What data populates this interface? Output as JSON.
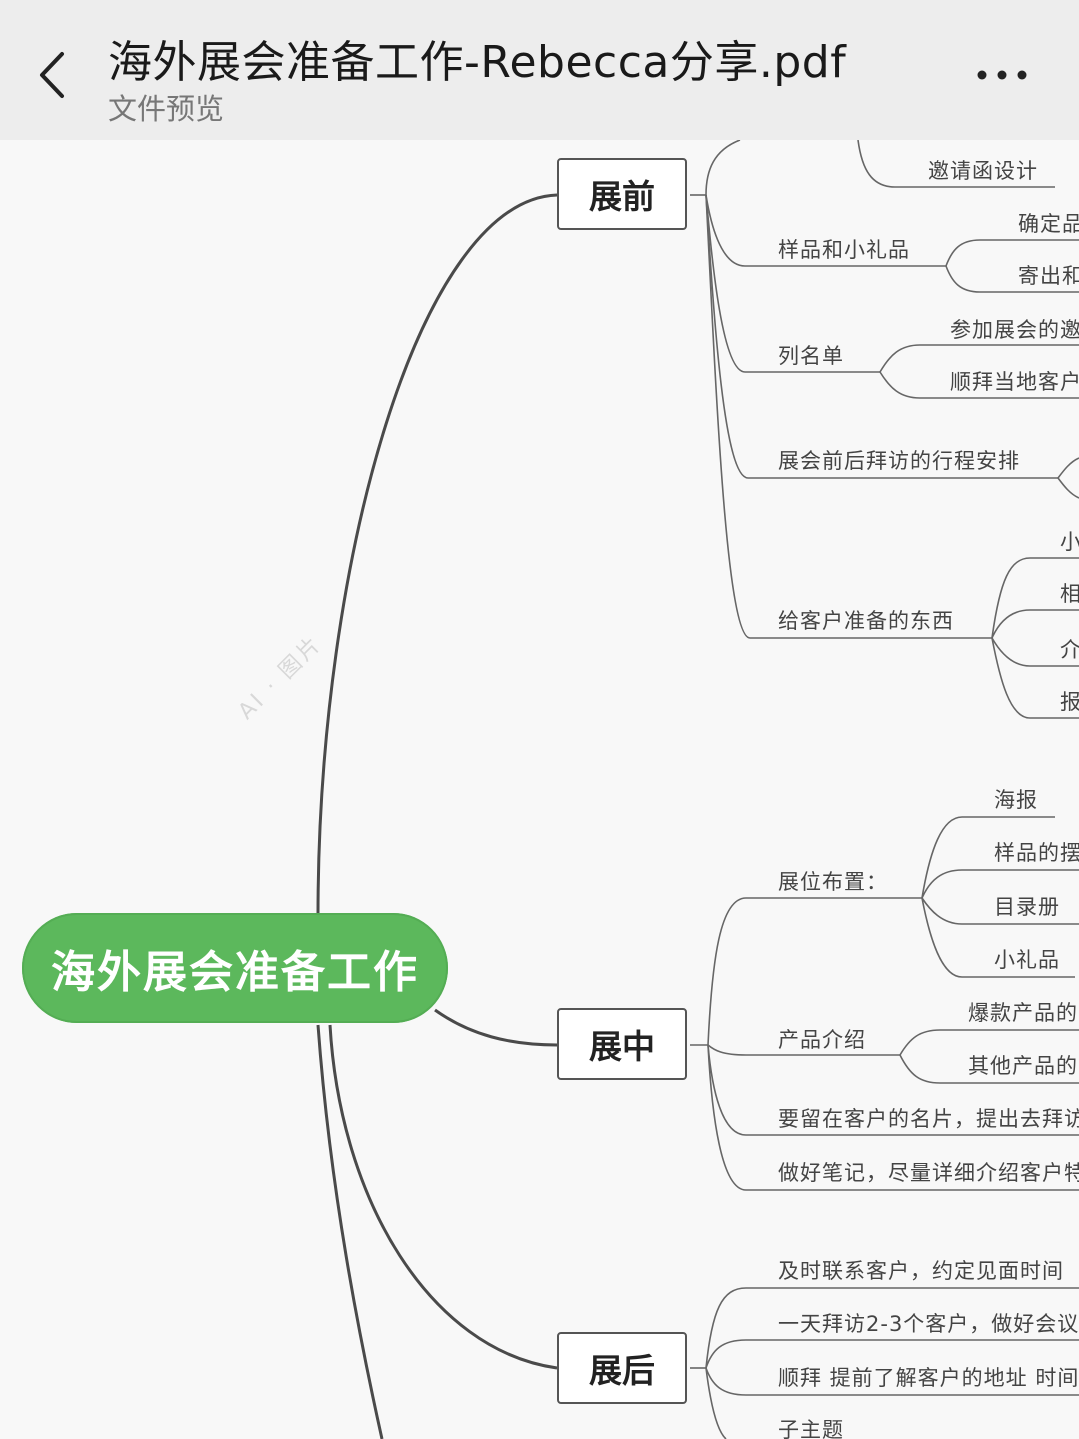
{
  "header": {
    "title": "海外展会准备工作-Rebecca分享.pdf",
    "subtitle": "文件预览",
    "back_icon": "chevron-left-icon",
    "more_icon": "more-horizontal-icon"
  },
  "mindmap": {
    "root": "海外展会准备工作",
    "branches": {
      "pre": {
        "label": "展前",
        "items": {
          "invite_design": "邀请函设计",
          "samples": "样品和小礼品",
          "confirm": "确定品",
          "send": "寄出和",
          "list": "列名单",
          "invited": "参加展会的邀",
          "visit_local": "顺拜当地客户",
          "schedule": "展会前后拜访的行程安排",
          "for_client": "给客户准备的东西",
          "fc1": "小",
          "fc2": "相",
          "fc3": "介",
          "fc4": "报"
        }
      },
      "mid": {
        "label": "展中",
        "items": {
          "booth": "展位布置：",
          "poster": "海报",
          "sample_display": "样品的摆",
          "catalog": "目录册",
          "gift": "小礼品",
          "intro": "产品介绍",
          "hot": "爆款产品的",
          "other": "其他产品的",
          "card": "要留在客户的名片，提出去拜访",
          "notes": "做好笔记，尽量详细介绍客户特"
        }
      },
      "post": {
        "label": "展后",
        "items": {
          "contact": "及时联系客户，约定见面时间",
          "visit": "一天拜访2-3个客户，做好会议",
          "address": "顺拜 提前了解客户的地址 时间",
          "sub": "子主题"
        }
      }
    }
  }
}
